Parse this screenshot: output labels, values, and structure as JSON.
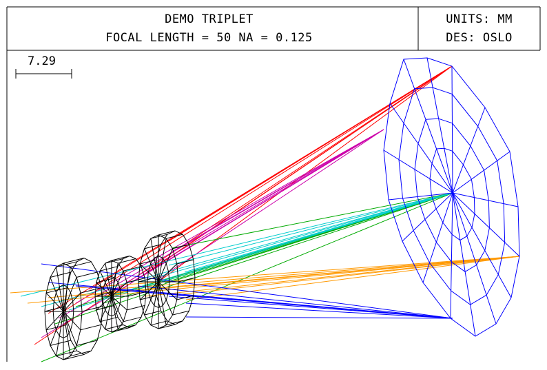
{
  "header": {
    "title_line1": "DEMO TRIPLET",
    "title_line2": "FOCAL LENGTH = 50   NA = 0.125",
    "units": "UNITS: MM",
    "designer": "DES: OSLO"
  },
  "scale_bar": {
    "label": "7.29"
  },
  "colors": {
    "lens_wire": "#000000",
    "image_wire": "#0000ff",
    "rays": [
      "#ff0000",
      "#cc00aa",
      "#00aa00",
      "#00cccc",
      "#ff9900",
      "#0000ff"
    ]
  },
  "diagram": {
    "type": "optical-layout-3d",
    "elements": [
      "lens-1",
      "lens-2",
      "lens-3",
      "image-surface"
    ]
  }
}
